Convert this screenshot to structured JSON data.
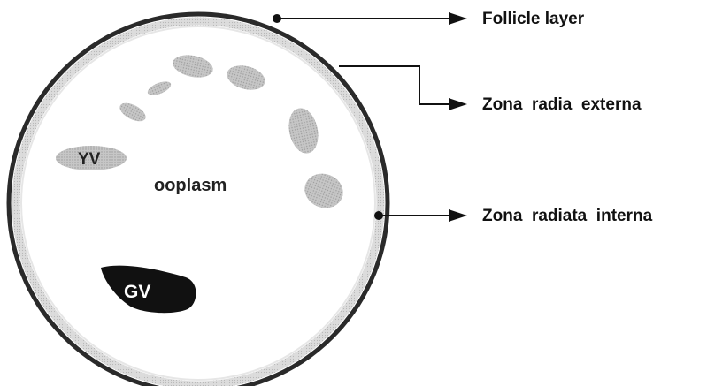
{
  "labels": {
    "follicle_layer": "Follicle layer",
    "zona_radia_externa": "Zona  radia  externa",
    "zona_radiata_interna": "Zona  radiata  interna",
    "ooplasm": "ooplasm",
    "yv": "YV",
    "gv": "GV"
  },
  "colors": {
    "outline": "#222222",
    "zona_band": "#d4d4d4",
    "vesicle_fill": "#bdbdbd",
    "germinal_vesicle": "#111111",
    "arrow": "#111111"
  }
}
